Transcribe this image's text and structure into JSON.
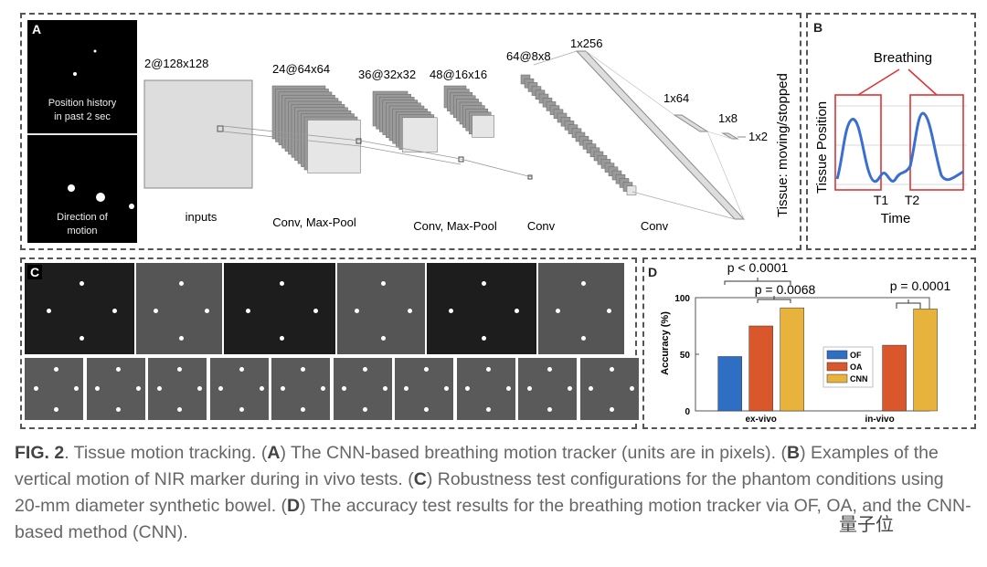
{
  "panelA": {
    "label": "A",
    "image_text_top": "Position history in past 2 sec",
    "image_text_bottom": "Direction of motion",
    "layers": [
      {
        "dim": "2@128x128",
        "caption": "inputs"
      },
      {
        "dim": "24@64x64",
        "caption": "Conv, Max-Pool"
      },
      {
        "dim": "36@32x32",
        "caption": ""
      },
      {
        "dim": "48@16x16",
        "caption": "Conv, Max-Pool"
      },
      {
        "dim": "64@8x8",
        "caption": "Conv"
      },
      {
        "dim": "1x256",
        "caption": "Conv"
      },
      {
        "dim": "1x64",
        "caption": ""
      },
      {
        "dim": "1x8",
        "caption": ""
      },
      {
        "dim": "1x2",
        "caption": ""
      }
    ],
    "output_label": "Tissue: moving/stopped"
  },
  "panelB": {
    "label": "B",
    "title": "Breathing",
    "ylabel": "Tissue Position",
    "xlabel": "Time",
    "t1": "T1",
    "t2": "T2"
  },
  "panelC": {
    "label": "C"
  },
  "panelD": {
    "label": "D",
    "chart_data": {
      "type": "bar",
      "categories": [
        "ex-vivo",
        "in-vivo"
      ],
      "series": [
        {
          "name": "OF",
          "values": [
            48,
            null
          ],
          "color": "#2e6fc4"
        },
        {
          "name": "OA",
          "values": [
            75,
            58
          ],
          "color": "#d9572a"
        },
        {
          "name": "CNN",
          "values": [
            91,
            90
          ],
          "color": "#e8b33c"
        }
      ],
      "ylabel": "Accuracy (%)",
      "ylim": [
        0,
        100
      ],
      "yticks": [
        0,
        50,
        100
      ],
      "legend": "center",
      "annotations": [
        "p < 0.0001",
        "p = 0.0068",
        "p = 0.0001"
      ]
    }
  },
  "caption": {
    "fig": "FIG. 2",
    "t0": ". Tissue motion tracking. (",
    "A": "A",
    "t1": ") The CNN-based breathing motion tracker (units are in pixels). (",
    "B": "B",
    "t2": ") Examples of the vertical motion of NIR marker during in vivo tests. (",
    "C": "C",
    "t3": ") Robustness test configurations for the phantom conditions using 20-mm diameter synthetic bowel. (",
    "D": "D",
    "t4": ") The accuracy test results for the breathing motion tracker via OF, OA, and the CNN-based method (CNN)."
  },
  "watermark": "量子位"
}
